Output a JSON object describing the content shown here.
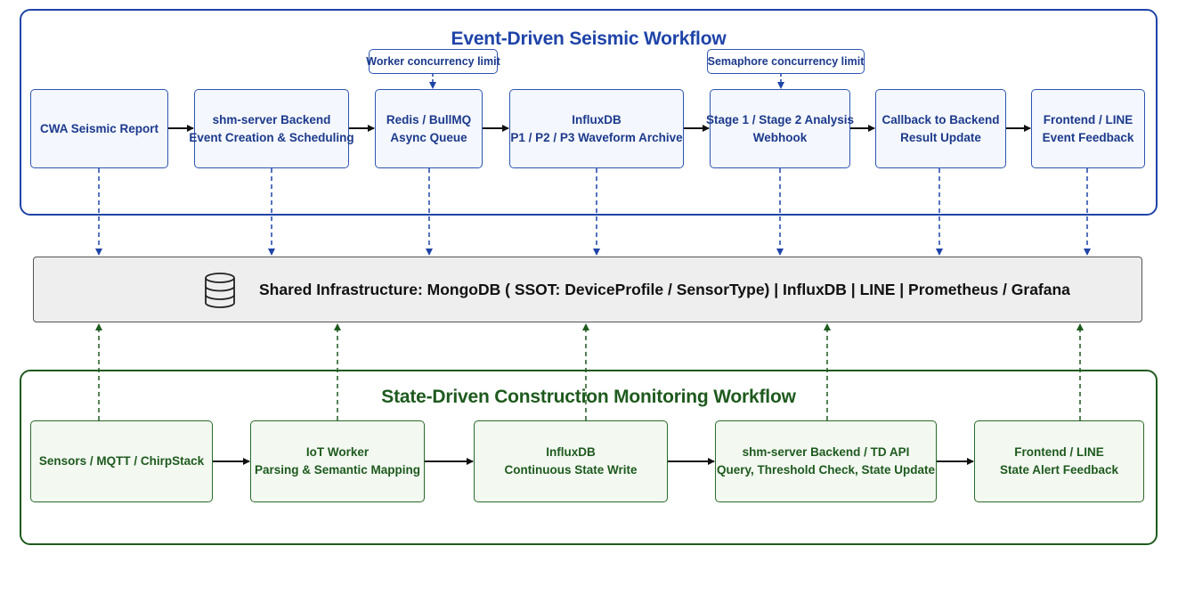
{
  "seismic": {
    "title": "Event-Driven Seismic Workflow",
    "notes": {
      "worker_limit": "Worker concurrency limit",
      "semaphore_limit": "Semaphore concurrency limit"
    },
    "steps": [
      {
        "lines": [
          "CWA Seismic Report"
        ]
      },
      {
        "lines": [
          "shm-server Backend",
          "Event Creation & Scheduling"
        ]
      },
      {
        "lines": [
          "Redis / BullMQ",
          "Async Queue"
        ]
      },
      {
        "lines": [
          "InfluxDB",
          "P1 / P2 / P3 Waveform Archive"
        ]
      },
      {
        "lines": [
          "Stage 1 / Stage 2 Analysis",
          "Webhook"
        ]
      },
      {
        "lines": [
          "Callback to Backend",
          "Result Update"
        ]
      },
      {
        "lines": [
          "Frontend / LINE",
          "Event Feedback"
        ]
      }
    ]
  },
  "infrastructure": {
    "label": "Shared Infrastructure:  MongoDB ( SSOT:  DeviceProfile / SensorType) | InfluxDB | LINE | Prometheus / Grafana",
    "icon": "database-icon"
  },
  "construction": {
    "title": "State-Driven Construction Monitoring Workflow",
    "steps": [
      {
        "lines": [
          "Sensors / MQTT / ChirpStack"
        ]
      },
      {
        "lines": [
          "IoT Worker",
          "Parsing & Semantic Mapping"
        ]
      },
      {
        "lines": [
          "InfluxDB",
          "Continuous State Write"
        ]
      },
      {
        "lines": [
          "shm-server Backend / TD API",
          "Query, Threshold Check, State Update"
        ]
      },
      {
        "lines": [
          "Frontend / LINE",
          "State Alert Feedback"
        ]
      }
    ]
  },
  "colors": {
    "seismic_accent": "#1f44a8",
    "construction_accent": "#1e5a1e",
    "infrastructure_fill": "#eeeeee"
  }
}
